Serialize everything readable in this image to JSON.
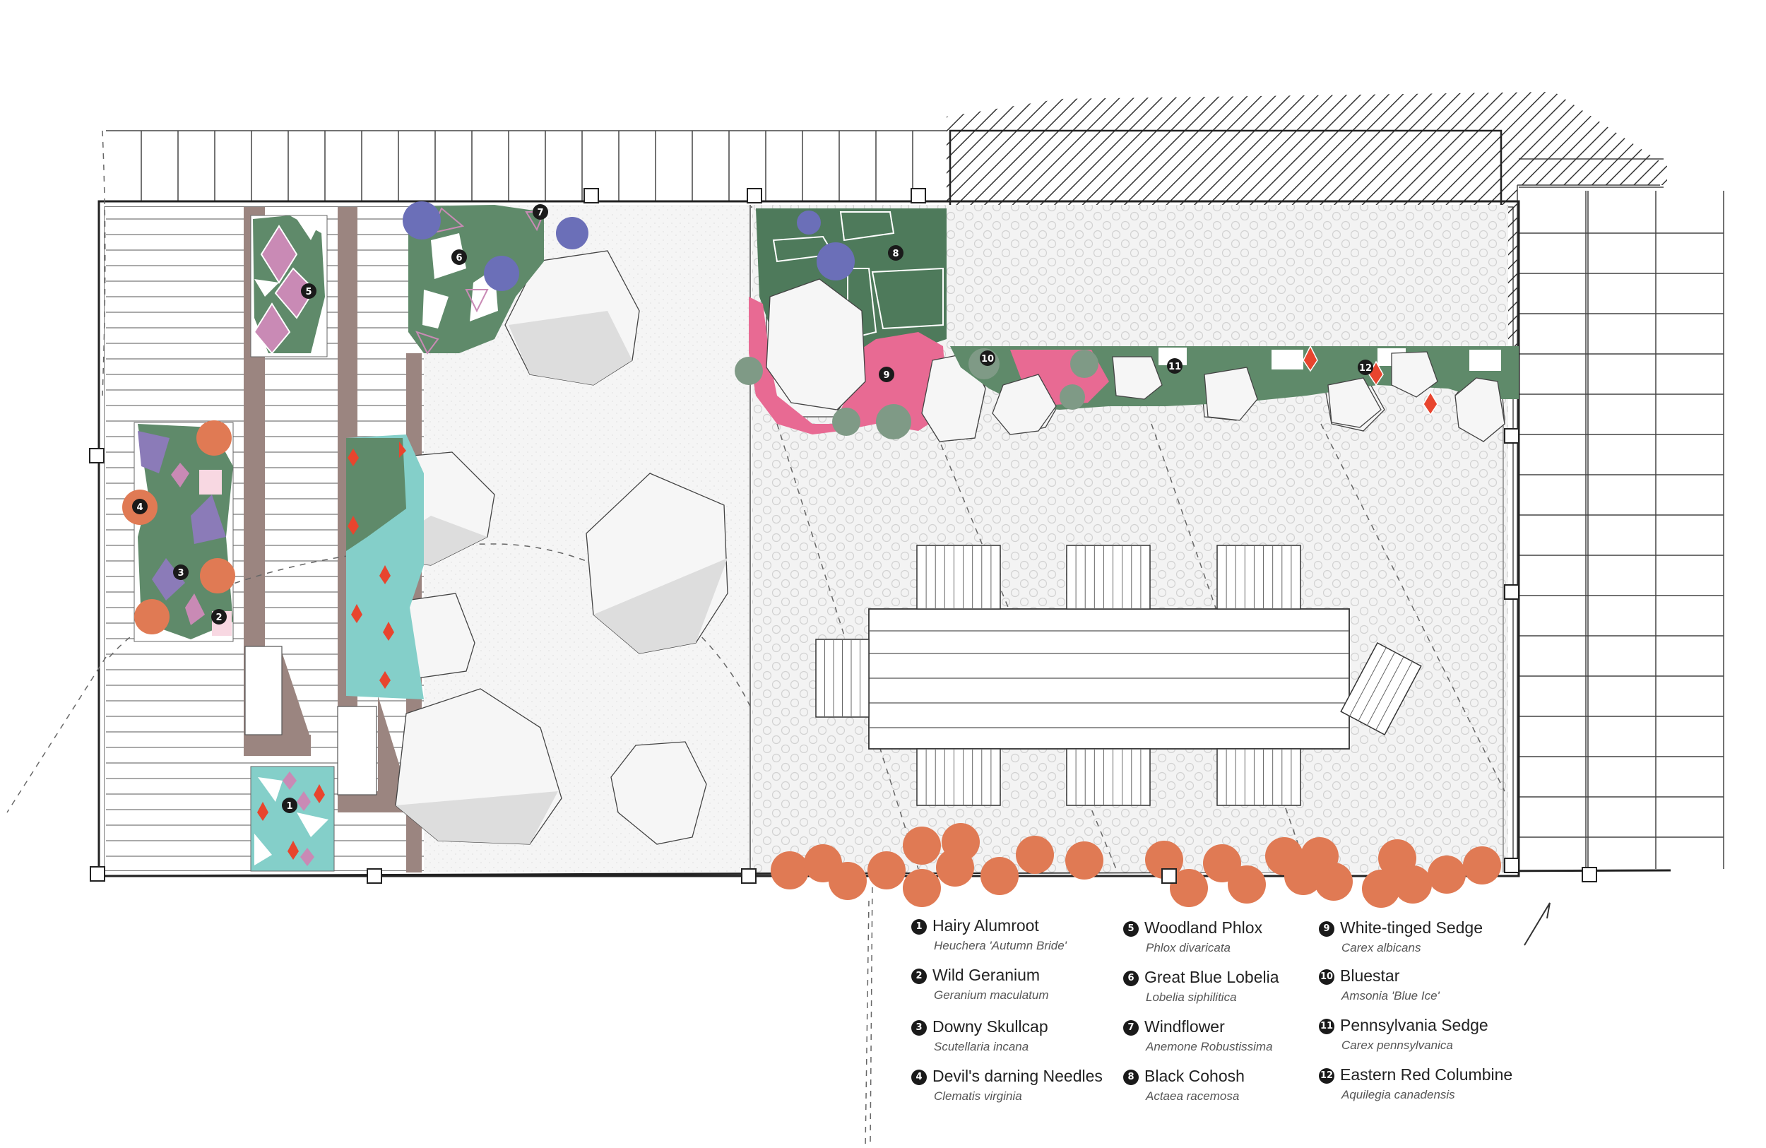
{
  "plants": [
    {
      "num": "1",
      "name": "Hairy Alumroot",
      "latin": "Heuchera 'Autumn Bride'"
    },
    {
      "num": "2",
      "name": "Wild Geranium",
      "latin": "Geranium maculatum"
    },
    {
      "num": "3",
      "name": "Downy Skullcap",
      "latin": "Scutellaria incana"
    },
    {
      "num": "4",
      "name": "Devil's darning Needles",
      "latin": "Clematis virginia"
    },
    {
      "num": "5",
      "name": "Woodland Phlox",
      "latin": "Phlox divaricata"
    },
    {
      "num": "6",
      "name": "Great Blue Lobelia",
      "latin": "Lobelia siphilitica"
    },
    {
      "num": "7",
      "name": "Windflower",
      "latin": "Anemone Robustissima"
    },
    {
      "num": "8",
      "name": "Black Cohosh",
      "latin": "Actaea racemosa"
    },
    {
      "num": "9",
      "name": "White-tinged Sedge",
      "latin": "Carex albicans"
    },
    {
      "num": "10",
      "name": "Bluestar",
      "latin": "Amsonia 'Blue Ice'"
    },
    {
      "num": "11",
      "name": "Pennsylvania Sedge",
      "latin": "Carex pennsylvanica"
    },
    {
      "num": "12",
      "name": "Eastern Red Columbine",
      "latin": "Aquilegia canadensis"
    }
  ],
  "colors": {
    "green": "#5f8a6a",
    "dark_green": "#4e7a5b",
    "blue": "#6b6fb8",
    "pink": "#e86a93",
    "orange": "#e07a54",
    "teal": "#84cfc9",
    "mauve": "#c98ab5",
    "purple": "#8b7bb8",
    "red": "#e8452e",
    "path_brown": "#9b8580",
    "boulder": "#f4f4f4"
  }
}
